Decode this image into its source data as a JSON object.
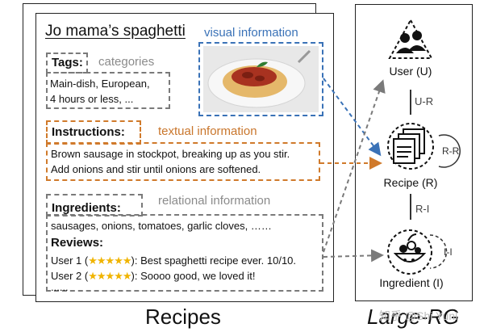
{
  "recipe": {
    "title": "Jo mama’s spaghetti",
    "tags_label": "Tags:",
    "tags_lines": [
      "Main-dish, European,",
      "4 hours or less, ..."
    ],
    "instructions_label": "Instructions:",
    "instructions_lines": [
      "Brown sausage in stockpot, breaking up as you stir.",
      "Add onions and stir until onions are softened."
    ],
    "ingredients_label": "Ingredients:",
    "ingredients_line": "sausages, onions, tomatoes, garlic cloves, ……",
    "reviews_label": "Reviews:",
    "reviews": [
      {
        "prefix": "User 1 (",
        "stars": "★★★★★",
        "suffix": "): Best spaghetti recipe ever. 10/10."
      },
      {
        "prefix": "User 2 (",
        "stars": "★★★★★",
        "suffix": "): Soooo good, we loved it!"
      }
    ],
    "more": "......"
  },
  "annotations": {
    "categories": "categories",
    "visual": "visual information",
    "textual": "textual information",
    "relational": "relational information"
  },
  "captions": {
    "recipes": "Recipes",
    "graph": "Large-RG"
  },
  "graph": {
    "nodes": {
      "user": "User (U)",
      "recipe": "Recipe (R)",
      "ingredient": "Ingredient (I)"
    },
    "edges": {
      "ur": "U-R",
      "ri": "R-I",
      "rr": "R-R",
      "ii": "I-I"
    }
  },
  "colors": {
    "visual": "#3a72b7",
    "textual": "#d07a2b",
    "relational": "#7a7a7a",
    "stars": "#f0b400"
  },
  "watermark": "知乎 @Shi Yuni"
}
